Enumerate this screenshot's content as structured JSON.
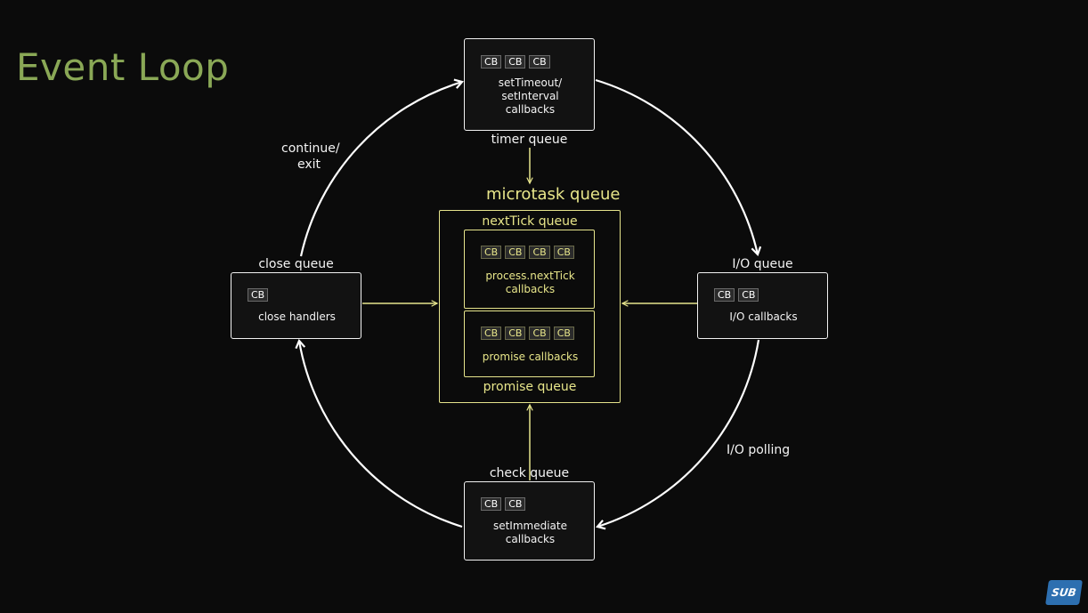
{
  "title": "Event Loop",
  "timer_queue": {
    "label": "timer queue",
    "callbacks": [
      "CB",
      "CB",
      "CB"
    ],
    "description_lines": [
      "setTimeout/",
      "setInterval",
      "callbacks"
    ]
  },
  "io_queue": {
    "label": "I/O queue",
    "callbacks": [
      "CB",
      "CB"
    ],
    "description": "I/O callbacks"
  },
  "check_queue": {
    "label": "check queue",
    "callbacks": [
      "CB",
      "CB"
    ],
    "description_lines": [
      "setImmediate",
      "callbacks"
    ]
  },
  "close_queue": {
    "label": "close queue",
    "callbacks": [
      "CB"
    ],
    "description": "close handlers"
  },
  "microtask_queue": {
    "label": "microtask queue",
    "next_tick_queue": {
      "label": "nextTick queue",
      "callbacks": [
        "CB",
        "CB",
        "CB",
        "CB"
      ],
      "description_lines": [
        "process.nextTick",
        "callbacks"
      ]
    },
    "promise_queue": {
      "label": "promise queue",
      "callbacks": [
        "CB",
        "CB",
        "CB",
        "CB"
      ],
      "description": "promise callbacks"
    }
  },
  "loop_labels": {
    "continue_exit_lines": [
      "continue/",
      "exit"
    ],
    "io_polling": "I/O polling"
  },
  "watermark": "SUB",
  "colors": {
    "background": "#0b0b0b",
    "title": "#8aa856",
    "microtask": "#e6e48c",
    "loop_arrows": "#ffffff"
  }
}
